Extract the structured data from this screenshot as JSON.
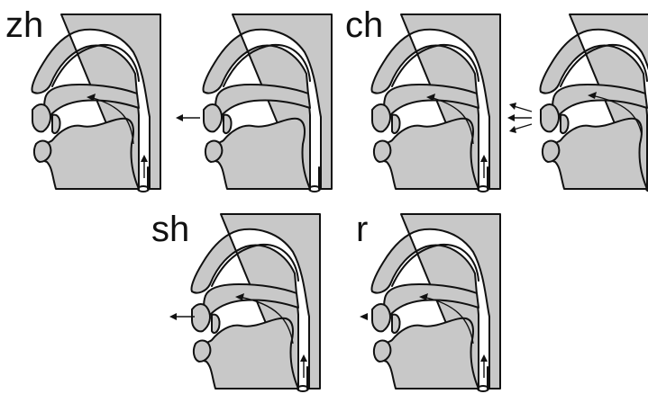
{
  "labels": {
    "zh": "zh",
    "ch": "ch",
    "sh": "sh",
    "r": "r"
  },
  "colors": {
    "tissue": "#c8c8c8",
    "outline": "#111111",
    "background": "#ffffff"
  }
}
